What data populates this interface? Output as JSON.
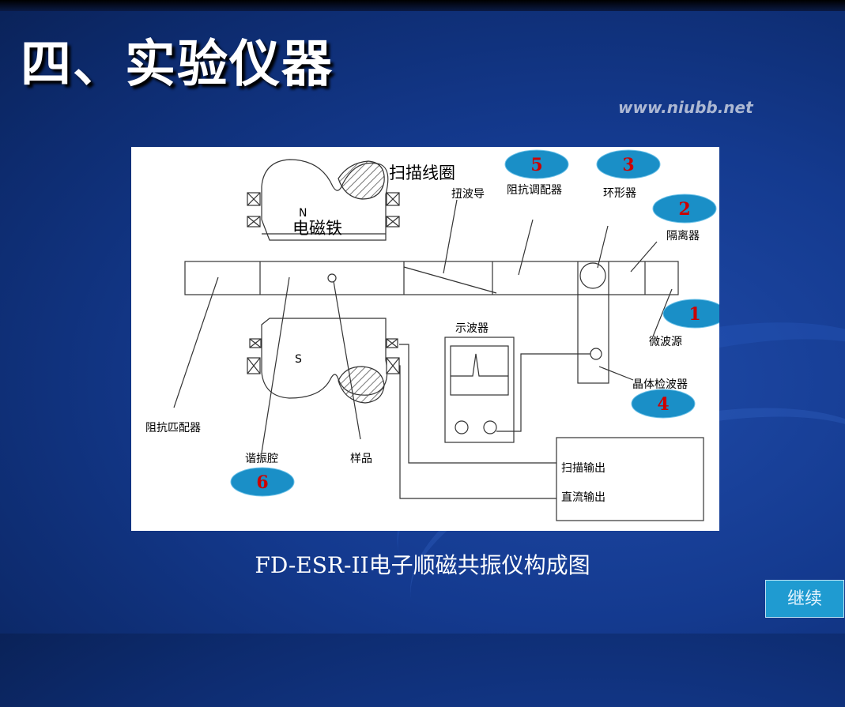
{
  "slide": {
    "title": "四、实验仪器",
    "watermark": "www.niubb.net",
    "caption": "FD-ESR-II电子顺磁共振仪构成图",
    "continue_label": "继续"
  },
  "diagram": {
    "labels": {
      "scan_coil": "扫描线圈",
      "twist_waveguide": "扭波导",
      "impedance_tuner": "阻抗调配器",
      "circulator": "环形器",
      "isolator": "隔离器",
      "microwave_source": "微波源",
      "crystal_detector": "晶体检波器",
      "oscilloscope": "示波器",
      "impedance_matcher": "阻抗匹配器",
      "resonant_cavity": "谐振腔",
      "sample": "样品",
      "scan_output": "扫描输出",
      "dc_output": "直流输出",
      "magnet": "电磁铁",
      "north_pole": "N",
      "south_pole": "S"
    },
    "badges": {
      "b1": "1",
      "b2": "2",
      "b3": "3",
      "b4": "4",
      "b5": "5",
      "b6": "6"
    },
    "colors": {
      "badge_fill": "#1a8fc7",
      "badge_number": "#cc0000",
      "line": "#333333"
    }
  }
}
